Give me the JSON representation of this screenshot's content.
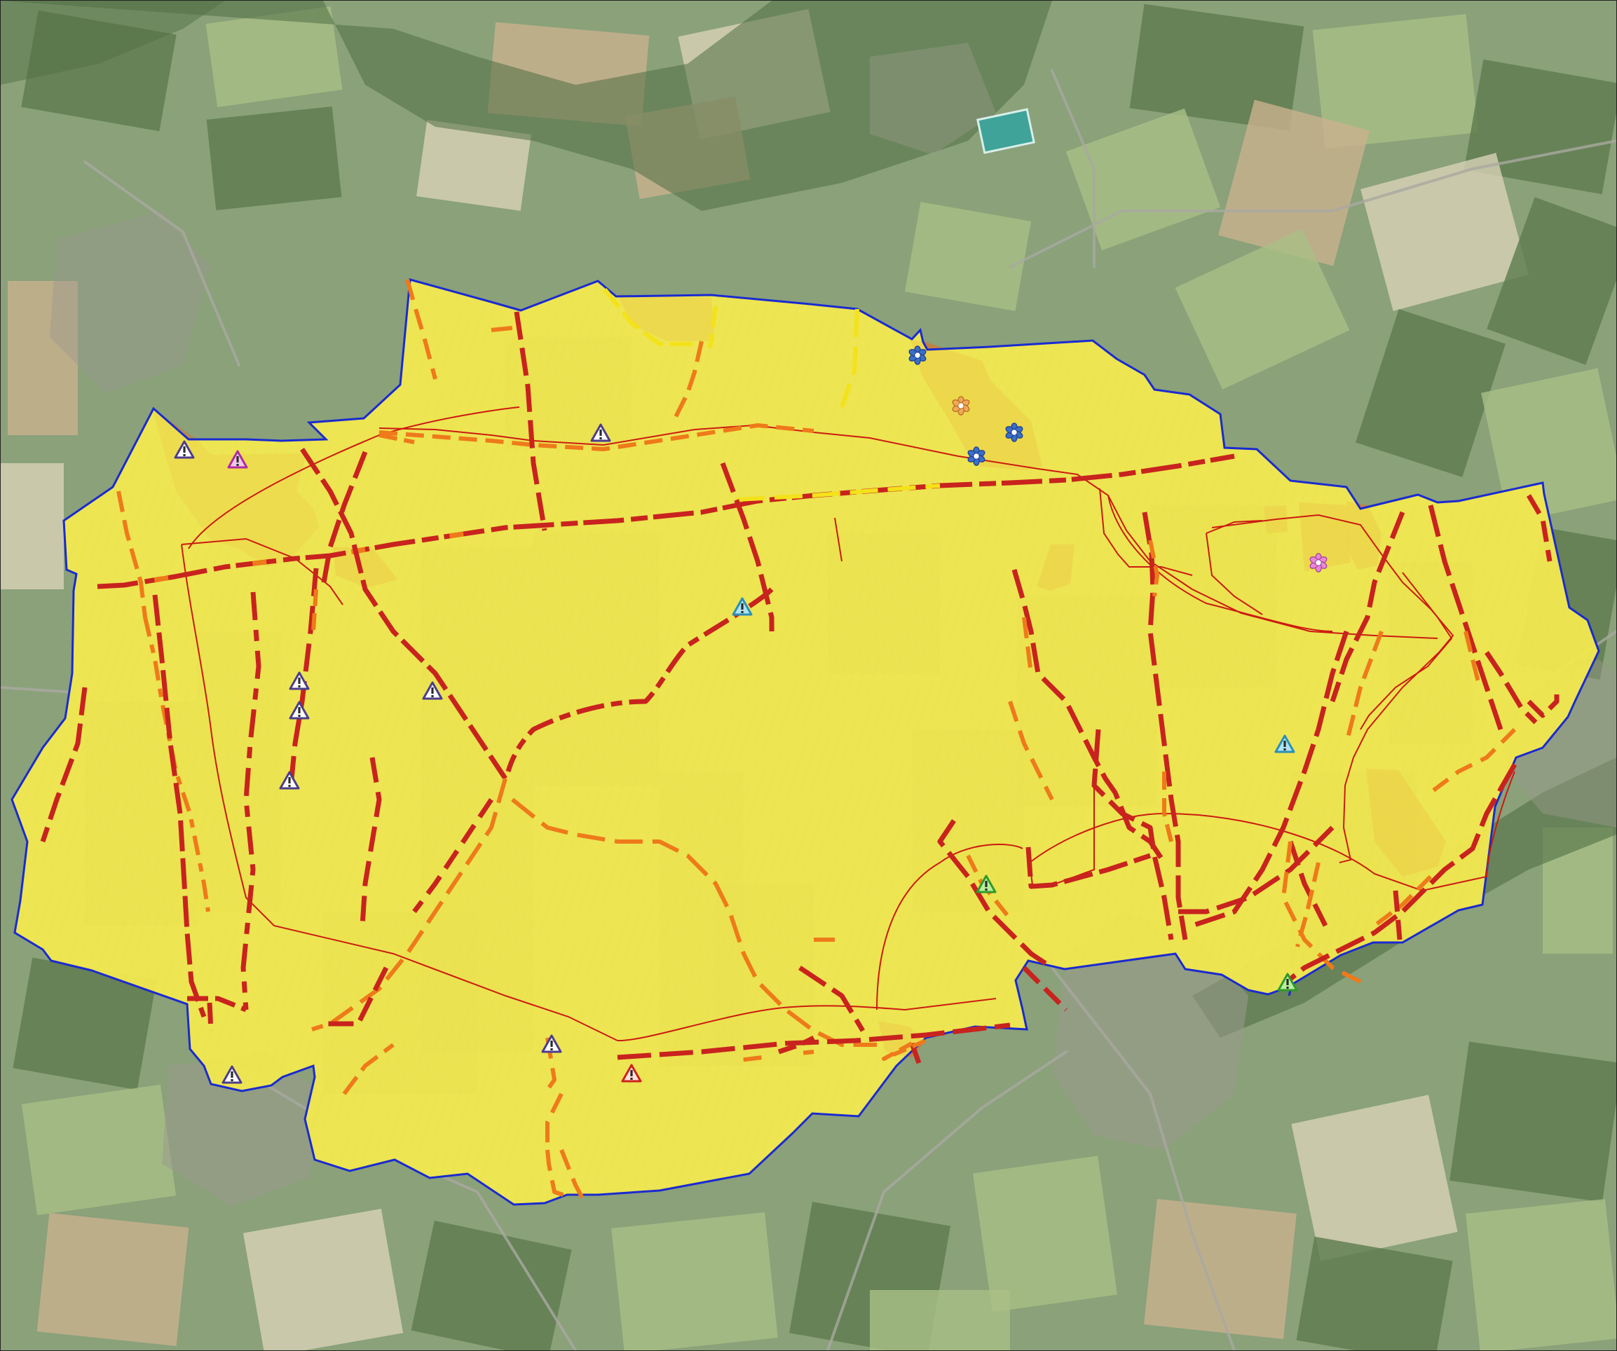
{
  "map": {
    "kind": "aerial orthophoto with thematic overlay",
    "colors": {
      "background_base": "#8aa17a",
      "field_green_dark": "#5d7a4e",
      "field_green_light": "#a9bf86",
      "field_tan": "#c9b18e",
      "field_pale": "#d8d2b8",
      "forest": "#516f44",
      "village": "#9a9a8c",
      "zone_yellow": "#f0e650",
      "zone_yellow_dark": "#c8c84a",
      "zone_orange": "#d9732a",
      "boundary_blue": "#1a2ad0",
      "line_red": "#c8231e",
      "line_orange": "#ee7a1a",
      "line_yellow": "#f4e21a",
      "thin_red": "#cc1a10",
      "road_grey": "#a9a9a0"
    },
    "markers": [
      {
        "icon": "warning-triangle-icon",
        "variant": "purple",
        "fill": "#ffffff",
        "stroke": "#4d3c8c"
      },
      {
        "icon": "warning-triangle-icon",
        "variant": "magenta",
        "fill": "#f1c8ec",
        "stroke": "#b02ba0"
      },
      {
        "icon": "warning-triangle-icon",
        "variant": "cyan",
        "fill": "#aee3f0",
        "stroke": "#2a8fb8"
      },
      {
        "icon": "warning-triangle-icon",
        "variant": "green",
        "fill": "#b8ef9a",
        "stroke": "#2e9a2a"
      },
      {
        "icon": "warning-triangle-icon",
        "variant": "red",
        "fill": "#fde0dc",
        "stroke": "#cf2020"
      },
      {
        "icon": "flower-icon",
        "variant": "blue",
        "fill": "#3a6fc8",
        "stroke": "#1c3d8a"
      },
      {
        "icon": "flower-icon",
        "variant": "orange",
        "fill": "#f0a85a",
        "stroke": "#b56a1a"
      },
      {
        "icon": "flower-icon",
        "variant": "pink",
        "fill": "#e987d6",
        "stroke": "#a23e96"
      }
    ]
  }
}
